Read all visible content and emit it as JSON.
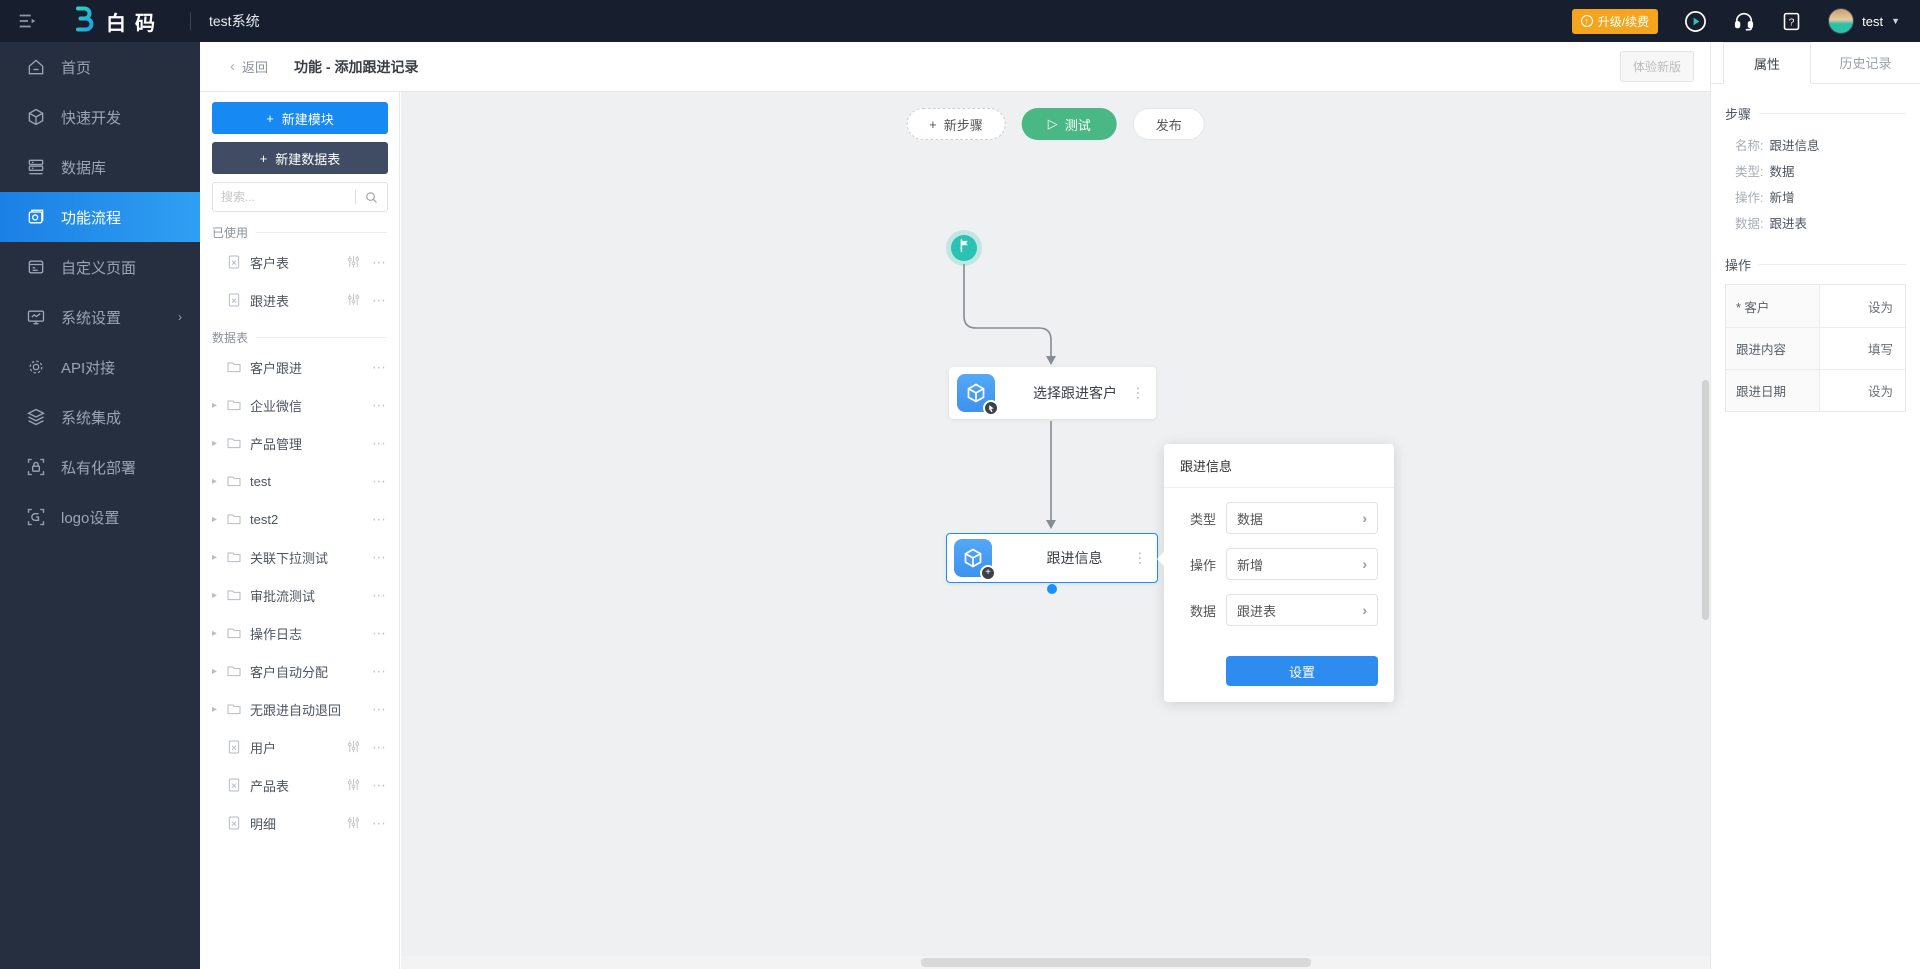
{
  "topbar": {
    "logo_text": "白码",
    "app_title": "test系统",
    "upgrade_badge": "升级/续费",
    "username": "test"
  },
  "sidebar": {
    "items": [
      {
        "label": "首页"
      },
      {
        "label": "快速开发"
      },
      {
        "label": "数据库"
      },
      {
        "label": "功能流程"
      },
      {
        "label": "自定义页面"
      },
      {
        "label": "系统设置"
      },
      {
        "label": "API对接"
      },
      {
        "label": "系统集成"
      },
      {
        "label": "私有化部署"
      },
      {
        "label": "logo设置"
      }
    ]
  },
  "module_panel": {
    "new_module_button": "新建模块",
    "new_table_button": "新建数据表",
    "search_placeholder": "搜索...",
    "used": {
      "title": "已使用",
      "items": [
        {
          "label": "客户表"
        },
        {
          "label": "跟进表"
        }
      ]
    },
    "tables": {
      "title": "数据表",
      "items": [
        {
          "label": "客户跟进"
        },
        {
          "label": "企业微信"
        },
        {
          "label": "产品管理"
        },
        {
          "label": "test"
        },
        {
          "label": "test2"
        },
        {
          "label": "关联下拉测试"
        },
        {
          "label": "审批流测试"
        },
        {
          "label": "操作日志"
        },
        {
          "label": "客户自动分配"
        },
        {
          "label": "无跟进自动退回"
        },
        {
          "label": "用户"
        },
        {
          "label": "产品表"
        },
        {
          "label": "明细"
        }
      ]
    }
  },
  "header": {
    "back": "返回",
    "title": "功能 - 添加跟进记录",
    "try_new": "体验新版"
  },
  "canvas": {
    "toolbar": {
      "new_step": "新步骤",
      "test": "测试",
      "publish": "发布"
    },
    "nodes": [
      {
        "label": "选择跟进客户"
      },
      {
        "label": "跟进信息"
      }
    ]
  },
  "popup": {
    "title": "跟进信息",
    "fields": [
      {
        "label": "类型",
        "value": "数据"
      },
      {
        "label": "操作",
        "value": "新增"
      },
      {
        "label": "数据",
        "value": "跟进表"
      }
    ],
    "submit": "设置"
  },
  "props": {
    "tabs": [
      {
        "label": "属性"
      },
      {
        "label": "历史记录"
      }
    ],
    "step": {
      "title": "步骤",
      "fields": [
        {
          "label": "名称:",
          "value": "跟进信息"
        },
        {
          "label": "类型:",
          "value": "数据"
        },
        {
          "label": "操作:",
          "value": "新增"
        },
        {
          "label": "数据:",
          "value": "跟进表"
        }
      ]
    },
    "action": {
      "title": "操作",
      "rows": [
        {
          "field": "* 客户",
          "action": "设为"
        },
        {
          "field": "跟进内容",
          "action": "填写"
        },
        {
          "field": "跟进日期",
          "action": "设为"
        }
      ]
    }
  },
  "glyphs": {
    "plus": "+",
    "back": "‹",
    "caret": "▸",
    "ellipsis": "⋯",
    "v_ellipsis": "⋮",
    "chevron": "›",
    "nav_chevron": "›",
    "dropdown": "▼",
    "play": "▷",
    "upgrade": "↑",
    "badge_plus": "+"
  },
  "colors": {
    "accent": "#1890ff",
    "topbar": "#171e2d",
    "sidebar": "#262f40",
    "active_gradient_start": "#1b80e6",
    "active_gradient_end": "#2f9ff2",
    "green": "#49b885",
    "teal": "#2ac2b2",
    "orange": "#f5a51d",
    "node_icon_blue": "#3c92ef"
  }
}
